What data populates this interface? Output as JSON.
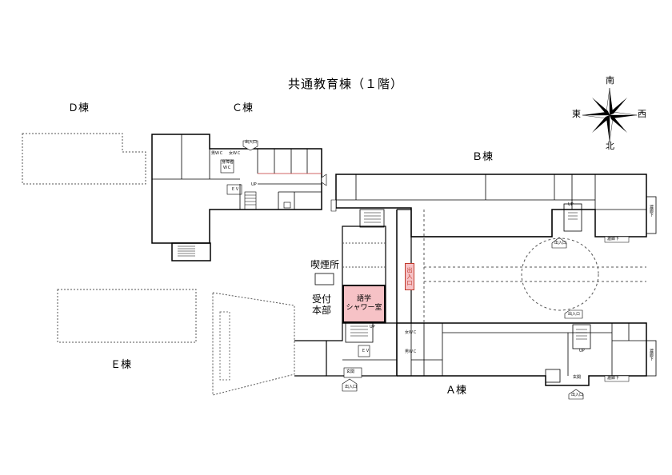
{
  "title": "共通教育棟（１階）",
  "buildings": {
    "a": "Ａ棟",
    "b": "Ｂ棟",
    "c": "Ｃ棟",
    "d": "Ｄ棟",
    "e": "Ｅ棟"
  },
  "compass": {
    "north": "北",
    "south": "南",
    "east": "東",
    "west": "西"
  },
  "rooms": {
    "smoking": "喫煙所",
    "reception_1": "受付",
    "reception_2": "本部",
    "language_shower_1": "語学",
    "language_shower_2": "シャワー室",
    "exit_vertical": [
      "出",
      "入",
      "口"
    ],
    "mens_wc": "男ＷＣ",
    "womens_wc": "女ＷＣ",
    "accessible_wc_1": "身障者",
    "accessible_wc_2": "ＷＣ",
    "ev": "ＥＶ",
    "up": "UP",
    "entrance_small": "出入口",
    "entrance_small_2": "出入ロ",
    "genkan": "玄関",
    "kairoukou": "渡廊下"
  },
  "colors": {
    "highlight": "#f6c2c6",
    "exit_border": "#c0392b",
    "line": "#000000",
    "dashed": "#555555"
  }
}
